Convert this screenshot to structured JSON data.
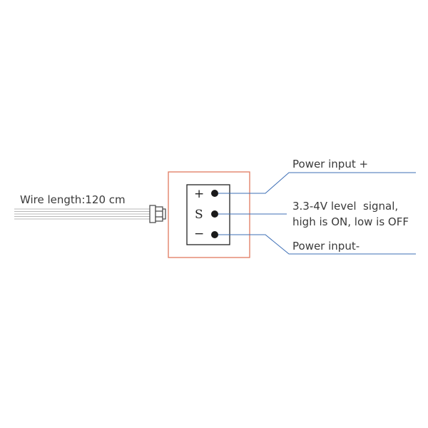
{
  "wire": {
    "label": "Wire length:120 cm"
  },
  "terminal": {
    "pins": [
      {
        "symbol": "+",
        "label": "Power input +"
      },
      {
        "symbol": "S",
        "label_line1": "3.3-4V level  signal,",
        "label_line2": "high is ON, low is OFF"
      },
      {
        "symbol": "−",
        "label": "Power input-"
      }
    ]
  },
  "colors": {
    "frame": "#e07a5f",
    "lead_line": "#3d6fb6",
    "wire": "#b8b8b8",
    "text": "#3a3a3a"
  }
}
